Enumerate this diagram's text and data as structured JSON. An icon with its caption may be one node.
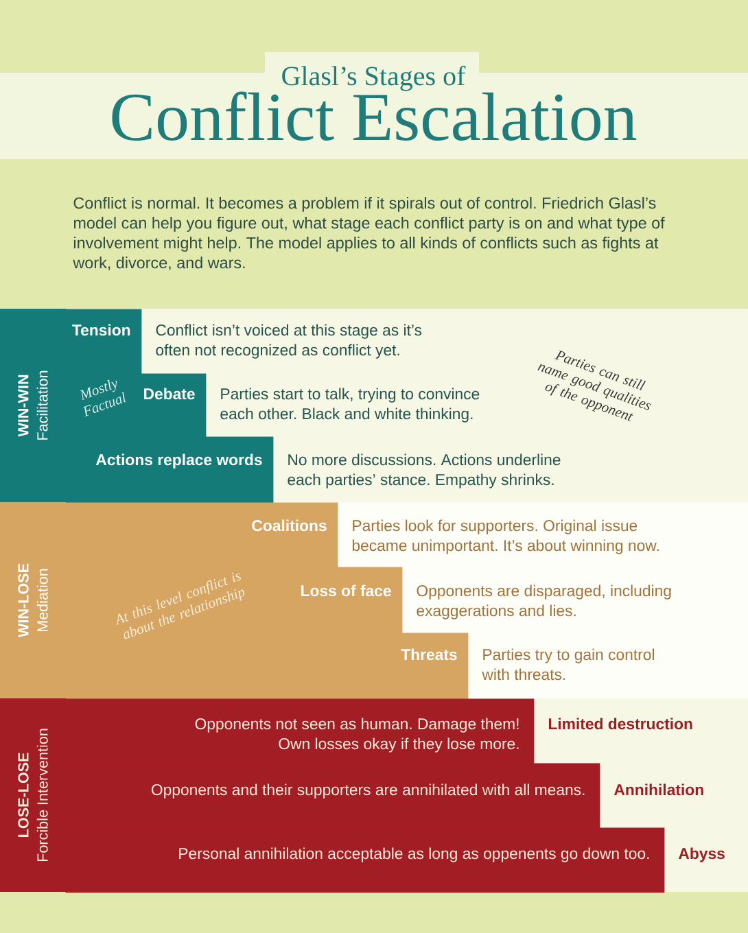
{
  "diagram": {
    "title": "Conflict Escalation",
    "nodes": [
      {
        "text": [
          "WIN-WIN",
          "Facilitation"
        ]
      },
      {
        "text": [
          "Tension"
        ],
        "beside": [
          "Conflict isn’t voiced at this stage as it’s often not recognized as conflict yet."
        ]
      },
      {
        "text": [
          "Debate"
        ],
        "beside": [
          "Parties start to talk, trying to convince each other. Black and white thinking."
        ]
      },
      {
        "text": [
          "Actions replace words"
        ],
        "beside": [
          "No more discussions. Actions underline each parties’ stance. Empathy shrinks."
        ]
      },
      {
        "text": [
          "WIN-LOSE",
          "Mediation"
        ]
      },
      {
        "text": [
          "Coalitions"
        ],
        "beside": [
          "Parties look for supporters. Original issue became unimportant. It’s about winning now."
        ]
      },
      {
        "text": [
          "Loss of face"
        ],
        "beside": [
          "Opponents are disparaged, including exaggerations and lies."
        ]
      },
      {
        "text": [
          "Threats"
        ],
        "beside": [
          "Parties try to gain control with threats."
        ]
      },
      {
        "text": [
          "LOSE-LOSE",
          "Forcible Intervention"
        ]
      },
      {
        "text": [
          "Opponents not seen as human. Damage them! Own losses okay if they lose more."
        ],
        "beside": [
          "Limited destruction"
        ]
      },
      {
        "text": [
          "Opponents and their supporters are annihilated with all means."
        ],
        "beside": [
          "Annihilation"
        ]
      },
      {
        "text": [
          "Personal annihilation acceptable as long as oppenents go down too."
        ],
        "beside": [
          "Abyss"
        ]
      }
    ],
    "labels": [
      "Glasl’s Stages of",
      "Conflict is normal. It becomes a problem if it spirals out of control. Friedrich Glasl’s model can help you figure out, what stage each conflict party is on and what type of involvement might help. The model applies to all kinds of conflicts such as fights at work, divorce, and wars.",
      "Mostly Factual",
      "Parties can still name good qualities of the opponent",
      "At this level conflict is about the relationship"
    ]
  }
}
